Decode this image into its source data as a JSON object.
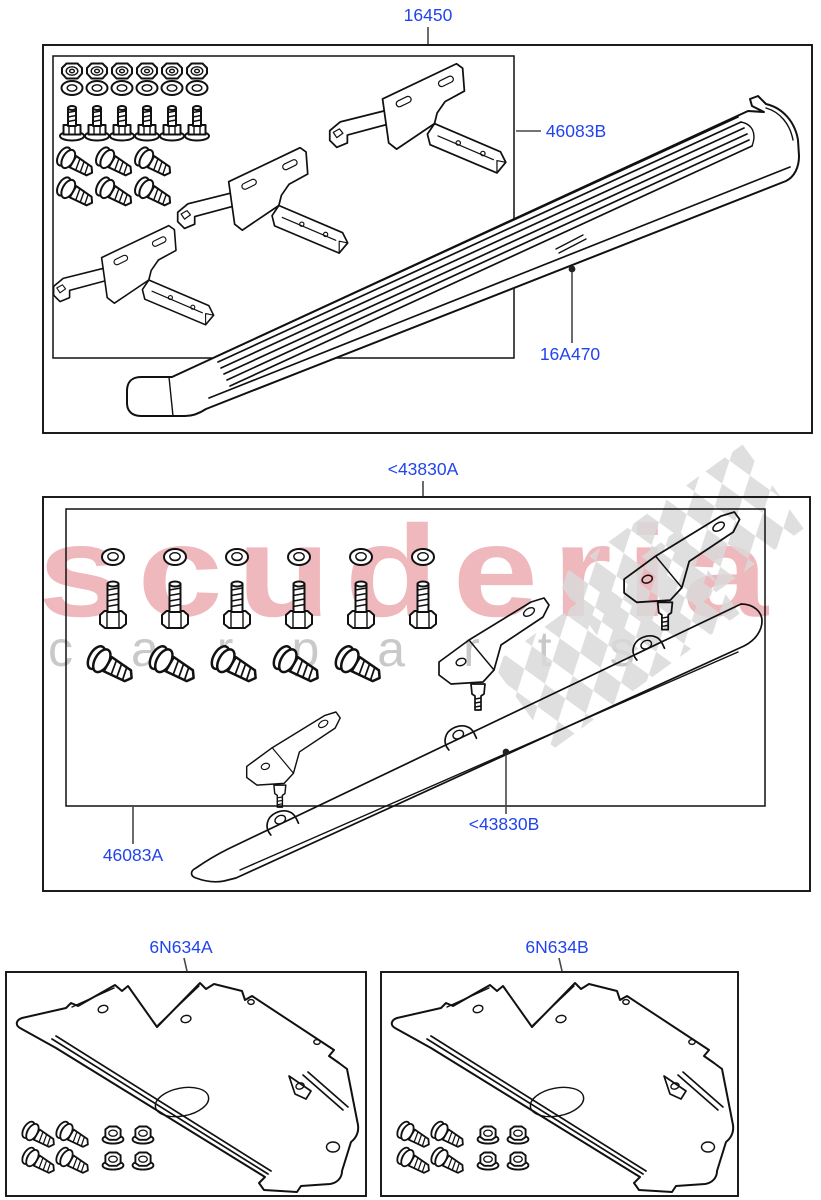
{
  "diagram": {
    "sections": {
      "running_board_kit": {
        "kit_callout": "16450",
        "bracket_callout": "46083B",
        "board_callout": "16A470",
        "hardware": {
          "nuts": 6,
          "washers": 6,
          "studs": 6,
          "screws": 6
        },
        "bracket_count": 3
      },
      "trim_kit": {
        "kit_callout": "<43830A",
        "hardware_callout": "46083A",
        "blade_callout": "<43830B",
        "hardware": {
          "grommets": 6,
          "bolts": 6,
          "screws": 5
        },
        "stud_bracket_count": 3
      },
      "underbody_shield_left": {
        "kit_callout": "6N634A",
        "hardware": {
          "screws": 4,
          "nuts": 4
        }
      },
      "underbody_shield_right": {
        "kit_callout": "6N634B",
        "hardware": {
          "screws": 4,
          "nuts": 4
        }
      }
    },
    "watermark": {
      "brand": "scuderia",
      "tagline": "carparts"
    },
    "colors": {
      "callout": "#2244ee",
      "line": "#111111",
      "leader": "#474747",
      "watermark-red": "rgba(206,34,48,0.32)",
      "watermark-gray": "#c9c9c9",
      "checker-gray": "#dadada",
      "background": "#ffffff"
    }
  }
}
